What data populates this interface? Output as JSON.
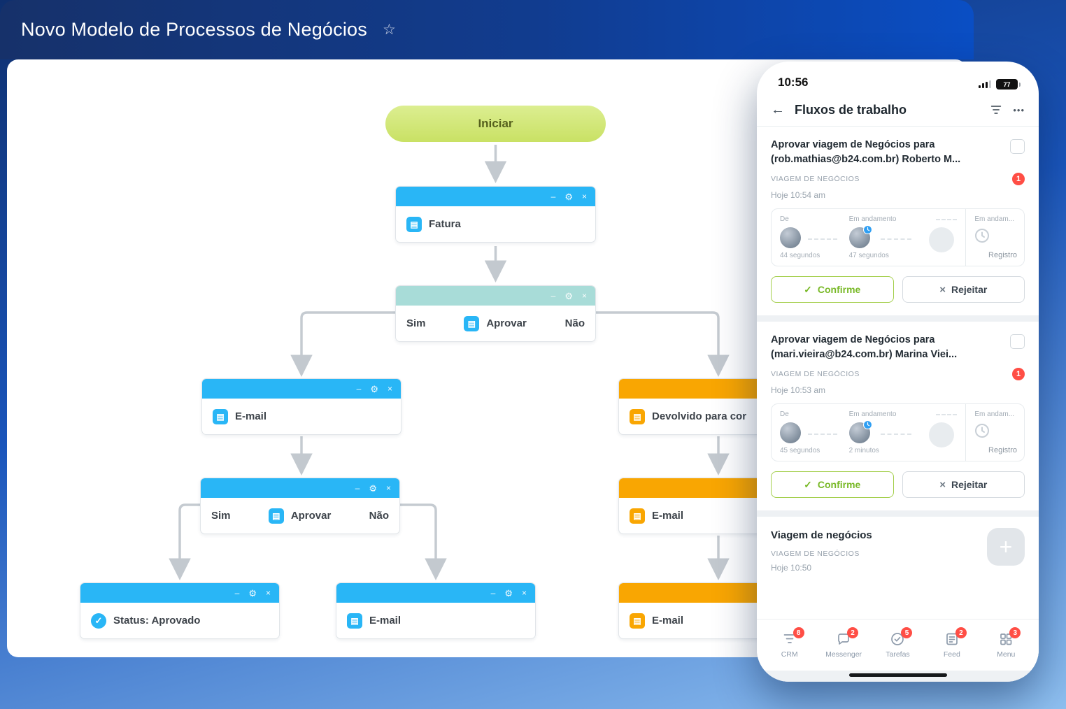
{
  "window": {
    "title": "Novo Modelo de Processos de Negócios"
  },
  "icons": {
    "star": "☆",
    "minimize": "–",
    "gear": "⚙",
    "close": "×",
    "doc": "▤",
    "check": "✓",
    "back": "←",
    "more": "•••",
    "plus": "+"
  },
  "colors": {
    "accent_blue": "#29b6f6",
    "accent_orange": "#f9a602",
    "start_green": "#cde479",
    "confirm_green": "#79b928",
    "badge_red": "#ff4e45",
    "header_navy": "#16316a"
  },
  "flow": {
    "start": "Iniciar",
    "fatura": "Fatura",
    "decision1": {
      "yes": "Sim",
      "label": "Aprovar",
      "no": "Não"
    },
    "email_left": "E-mail",
    "devolvido": "Devolvido para cor",
    "decision2": {
      "yes": "Sim",
      "label": "Aprovar",
      "no": "Não"
    },
    "status_aprovado": "Status: Aprovado",
    "email_bottom": "E-mail",
    "email_orange1": "E-mail",
    "email_orange2": "E-mail"
  },
  "phone": {
    "time": "10:56",
    "battery": "77",
    "header": {
      "title": "Fluxos de trabalho"
    },
    "cards": [
      {
        "title": "Aprovar viagem de Negócios para (rob.mathias@b24.com.br) Roberto M...",
        "category": "VIAGEM DE NEGÓCIOS",
        "badge": "1",
        "time": "Hoje 10:54 am",
        "steps": {
          "s1_label": "De",
          "s1_time": "44 segundos",
          "s2_label": "Em andamento",
          "s2_time": "47 segundos",
          "s3_label": "Em andam...",
          "s3_link": "Registro"
        },
        "confirm": "Confirme",
        "reject": "Rejeitar"
      },
      {
        "title": "Aprovar viagem de Negócios para (mari.vieira@b24.com.br) Marina Viei...",
        "category": "VIAGEM DE NEGÓCIOS",
        "badge": "1",
        "time": "Hoje 10:53 am",
        "steps": {
          "s1_label": "De",
          "s1_time": "45 segundos",
          "s2_label": "Em andamento",
          "s2_time": "2 minutos",
          "s3_label": "Em andam...",
          "s3_link": "Registro"
        },
        "confirm": "Confirme",
        "reject": "Rejeitar"
      }
    ],
    "draft": {
      "title": "Viagem de negócios",
      "category": "VIAGEM DE NEGÓCIOS",
      "time": "Hoje 10:50"
    },
    "nav": [
      {
        "label": "CRM",
        "badge": "8"
      },
      {
        "label": "Messenger",
        "badge": "2"
      },
      {
        "label": "Tarefas",
        "badge": "5"
      },
      {
        "label": "Feed",
        "badge": "2"
      },
      {
        "label": "Menu",
        "badge": "3"
      }
    ]
  }
}
